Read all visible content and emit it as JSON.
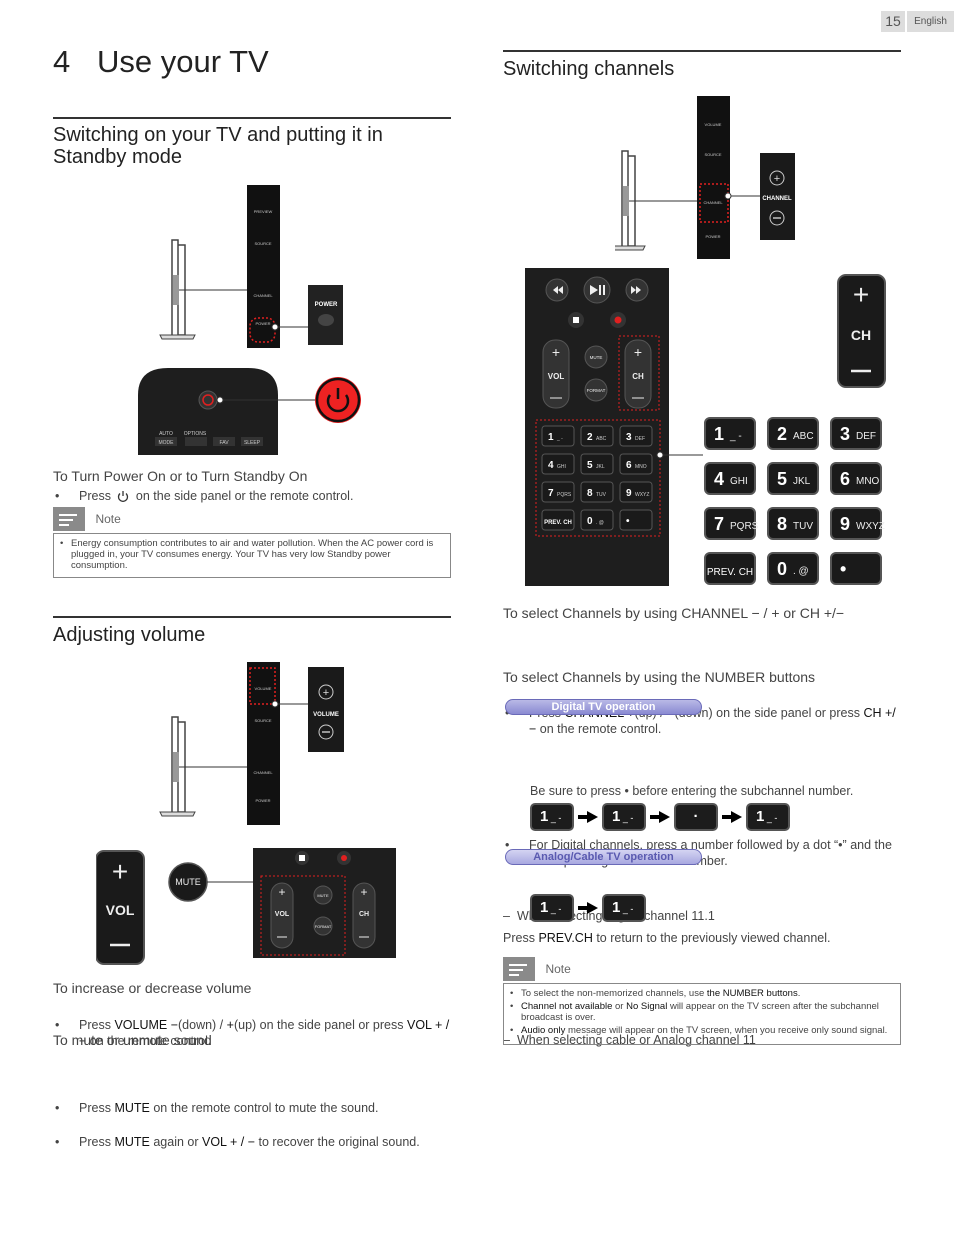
{
  "header": {
    "page_number": "15",
    "language": "English"
  },
  "chapter": {
    "number": "4",
    "title": "Use your TV"
  },
  "power": {
    "heading": "Switching on your TV and putting it in Standby mode",
    "fig_power_label": "POWER",
    "fig_remote_labels": [
      "AUTO",
      "OPTIONS",
      "MODE",
      "FAV",
      "SLEEP"
    ],
    "subheading": "To Turn Power On or to Turn Standby On",
    "bullet_pre": "Press",
    "bullet_post": "on the side panel or the remote control.",
    "note_label": "Note",
    "note_text": "Energy consumption contributes to air and water pollution. When the AC power cord is plugged in, your TV consumes energy. Your TV has very low Standby power consumption."
  },
  "volume": {
    "heading": "Adjusting volume",
    "fig_side_label": "VOLUME",
    "fig_vol_label": "VOL",
    "fig_mute_label": "MUTE",
    "fig_remote_labels": [
      "VOL",
      "MUTE",
      "FORMAT",
      "CH"
    ],
    "sub1": "To increase or decrease volume",
    "b1_a": "Press ",
    "b1_k1": "VOLUME −",
    "b1_b": "(down) / ",
    "b1_k2": "+",
    "b1_c": "(up) on the side panel or press ",
    "b1_k3": "VOL + / −",
    "b1_d": " on the remote control.",
    "sub2": "To mute or unmute sound",
    "b2_a": "Press ",
    "b2_k1": "MUTE",
    "b2_b": " on the remote control to mute the sound.",
    "b3_a": "Press ",
    "b3_k1": "MUTE",
    "b3_b": " again or ",
    "b3_k2": "VOL + / −",
    "b3_c": " to recover the original sound."
  },
  "channels": {
    "heading": "Switching channels",
    "fig_side_label": "CHANNEL",
    "fig_ch_label": "CH",
    "fig_keys": [
      {
        "n": "1",
        "s": "_ -"
      },
      {
        "n": "2",
        "s": "ABC"
      },
      {
        "n": "3",
        "s": "DEF"
      },
      {
        "n": "4",
        "s": "GHI"
      },
      {
        "n": "5",
        "s": "JKL"
      },
      {
        "n": "6",
        "s": "MNO"
      },
      {
        "n": "7",
        "s": "PQRS"
      },
      {
        "n": "8",
        "s": "TUV"
      },
      {
        "n": "9",
        "s": "WXYZ"
      },
      {
        "n": "PREV. CH",
        "s": ""
      },
      {
        "n": "0",
        "s": ". @"
      },
      {
        "n": "•",
        "s": ""
      }
    ],
    "fig_remote_labels": [
      "VOL",
      "MUTE",
      "FORMAT",
      "CH"
    ],
    "sub1": "To select Channels by using CHANNEL − / + or CH +/−",
    "b1_a": "Press ",
    "b1_k1": "CHANNEL +",
    "b1_b": "(up) / ",
    "b1_k2": "−",
    "b1_c": "(down) on the side panel or press ",
    "b1_k3": "CH +/−",
    "b1_d": " on the remote control.",
    "sub2": "To select Channels by using the NUMBER buttons",
    "digital_pill": "Digital TV operation",
    "digital_bullet": "For Digital channels, press a number followed by a dot “•” and the corresponding sub channel number.",
    "digital_dash": "When selecting Digital channel 11.1",
    "digital_hint": "Be sure to press • before entering the subchannel number.",
    "seq_digital": [
      {
        "n": "1",
        "s": "_ -"
      },
      {
        "n": "1",
        "s": "_ -"
      },
      {
        "n": "·",
        "s": ""
      },
      {
        "n": "1",
        "s": "_ -"
      }
    ],
    "analog_pill": "Analog/Cable TV operation",
    "analog_dash": "When selecting cable or Analog channel 11",
    "seq_analog": [
      {
        "n": "1",
        "s": "_ -"
      },
      {
        "n": "1",
        "s": "_ -"
      }
    ],
    "prev_a": "Press ",
    "prev_k": "PREV.CH",
    "prev_b": " to return to the previously viewed channel.",
    "note_label": "Note",
    "note1_a": "To select the non-memorized channels, use ",
    "note1_k": "the NUMBER buttons",
    "note1_b": ".",
    "note2_k1": "Channel not available",
    "note2_a": " or ",
    "note2_k2": "No Signal",
    "note2_b": " will appear on the TV screen after the subchannel broadcast is over.",
    "note3_k": "Audio only",
    "note3_a": " message will appear on the TV screen, when you receive only sound signal."
  }
}
